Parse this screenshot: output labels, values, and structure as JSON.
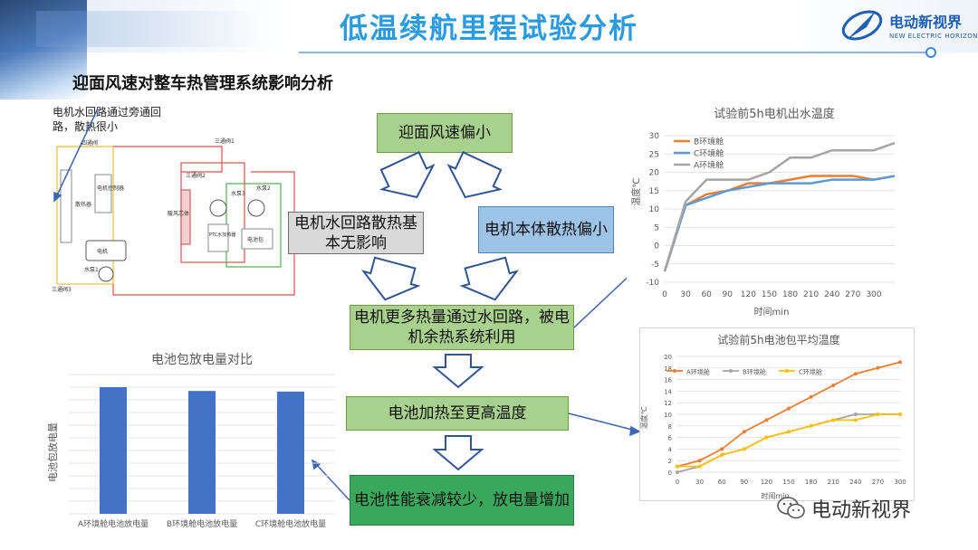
{
  "title": "低温续航里程试验分析",
  "logo": {
    "cn": "电动新视界",
    "en": "NEW ELECTRIC HORIZON",
    "primary_color": "#1d5fb4"
  },
  "subtitle": "迎面风速对整车热管理系统影响分析",
  "schematic": {
    "note": "电机水回路通过旁通回路，散热很小",
    "labels": {
      "valve4": "四通阀",
      "valve1": "三通阀1",
      "valve2": "三通阀2",
      "valve3": "三通阀3",
      "radiator": "散热器",
      "controller": "电机控制器",
      "motor": "电机",
      "pump1": "水泵1",
      "warm_core": "暖风芯体",
      "ptc": "PTC水加热器",
      "pump3": "水泵3",
      "pump2": "水泵2",
      "battery": "电池包"
    }
  },
  "flow": {
    "box1": "迎面风速偏小",
    "box2": "电机水回路散热基本无影响",
    "box3": "电机本体散热偏小",
    "box4": "电机更多热量通过水回路，被电机余热系统利用",
    "box5": "电池加热至更高温度",
    "box6": "电池性能衰减较少，放电量增加"
  },
  "chart_data": [
    {
      "type": "line",
      "title": "试验前5h电机出水温度",
      "xlabel": "时间min",
      "ylabel": "温度℃",
      "x": [
        0,
        30,
        60,
        90,
        120,
        150,
        180,
        210,
        240,
        270,
        300,
        330
      ],
      "x_ticks": [
        0,
        30,
        60,
        90,
        120,
        150,
        180,
        210,
        240,
        270,
        300
      ],
      "ylim": [
        -10,
        30
      ],
      "y_ticks": [
        -10,
        -5,
        0,
        5,
        10,
        15,
        20,
        25,
        30
      ],
      "legend_position": "top-left",
      "series": [
        {
          "name": "B环境舱",
          "color": "#ed7d31",
          "values": [
            -7,
            11,
            14,
            15,
            17,
            17,
            18,
            19,
            19,
            19,
            18,
            19
          ]
        },
        {
          "name": "C环境舱",
          "color": "#5b9bd5",
          "values": [
            -7,
            11,
            13,
            15,
            16,
            17,
            17,
            17,
            18,
            18,
            18,
            19
          ]
        },
        {
          "name": "A环境舱",
          "color": "#a5a5a5",
          "values": [
            -7,
            12,
            18,
            18,
            18,
            20,
            24,
            24,
            26,
            26,
            26,
            28
          ]
        }
      ]
    },
    {
      "type": "line",
      "title": "试验前5h电池包平均温度",
      "xlabel": "时间min",
      "ylabel": "温度℃",
      "x": [
        0,
        30,
        60,
        90,
        120,
        150,
        180,
        210,
        240,
        270,
        300
      ],
      "ylim": [
        0,
        20
      ],
      "y_ticks": [
        0,
        2,
        4,
        6,
        8,
        10,
        12,
        14,
        16,
        18,
        20
      ],
      "legend_position": "top",
      "series": [
        {
          "name": "A环境舱",
          "color": "#ed7d31",
          "values": [
            1,
            2,
            4,
            7,
            9,
            11,
            13,
            15,
            17,
            18,
            19
          ]
        },
        {
          "name": "B环境舱",
          "color": "#a5a5a5",
          "values": [
            0,
            1,
            3,
            4,
            6,
            7,
            8,
            9,
            10,
            10,
            10
          ]
        },
        {
          "name": "C环境舱",
          "color": "#ffc000",
          "values": [
            1,
            1,
            3,
            4,
            6,
            7,
            8,
            9,
            9,
            10,
            10
          ]
        }
      ]
    },
    {
      "type": "bar",
      "title": "电池包放电量对比",
      "ylabel": "电池包放电量",
      "categories": [
        "A环境舱电池放电量",
        "B环境舱电池放电量",
        "C环境舱电池放电量"
      ],
      "values": [
        100,
        97,
        96.5
      ],
      "ylim": [
        0,
        110
      ],
      "color": "#4472c4"
    }
  ],
  "watermark": {
    "text": "电动新视界"
  }
}
